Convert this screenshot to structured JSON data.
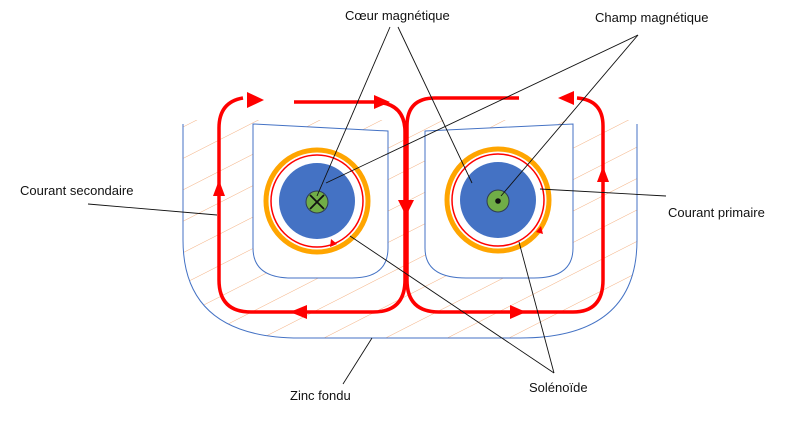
{
  "labels": {
    "magnetic_core": "Cœur magnétique",
    "magnetic_field": "Champ magnétique",
    "secondary_current": "Courant secondaire",
    "primary_current": "Courant primaire",
    "molten_zinc": "Zinc fondu",
    "solenoid": "Solénoïde"
  },
  "colors": {
    "current": "#ff0000",
    "solenoid": "#ffa500",
    "core": "#4472c4",
    "field": "#70ad47",
    "vessel": "#4472c4",
    "hatch": "#f4b183"
  }
}
